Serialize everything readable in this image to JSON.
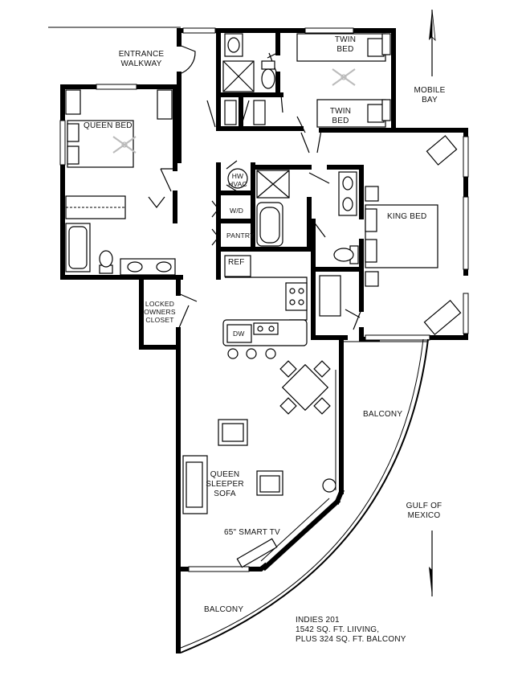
{
  "labels": {
    "entrance_walkway": [
      "ENTRANCE",
      "WALKWAY"
    ],
    "queen_bed": "QUEEN BED",
    "twin_bed_1": [
      "TWIN",
      "BED"
    ],
    "twin_bed_2": [
      "TWIN",
      "BED"
    ],
    "mobile_bay": [
      "MOBILE",
      "BAY"
    ],
    "hw_hvac": [
      "HW",
      "HVAC"
    ],
    "wd": "W/D",
    "pantry": "PANTRY",
    "king_bed": "KING BED",
    "ref": "REF",
    "locked_closet": [
      "LOCKED",
      "OWNERS",
      "CLOSET"
    ],
    "dw": "DW",
    "balcony_east": "BALCONY",
    "queen_sleeper_sofa": [
      "QUEEN",
      "SLEEPER",
      "SOFA"
    ],
    "gulf_of_mexico": [
      "GULF OF",
      "MEXICO"
    ],
    "smart_tv": "65\" SMART TV",
    "balcony_south": "BALCONY",
    "unit_info": [
      "INDIES 201",
      "1542 SQ. FT. LIIVING,",
      "PLUS 324  SQ. FT. BALCONY"
    ]
  }
}
